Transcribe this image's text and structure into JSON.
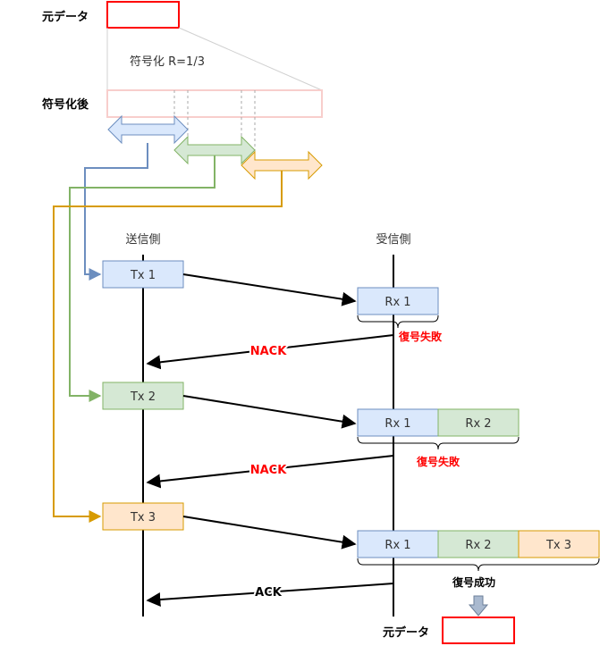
{
  "source_label": "元データ",
  "code_rate": "符号化 R=1/3",
  "encoded_label": "符号化後",
  "sender_label": "送信側",
  "receiver_label": "受信側",
  "tx": [
    "Tx 1",
    "Tx 2",
    "Tx 3"
  ],
  "rx_round1": [
    "Rx 1"
  ],
  "rx_round2": [
    "Rx 1",
    "Rx 2"
  ],
  "rx_round3": [
    "Rx 1",
    "Rx 2",
    "Tx 3"
  ],
  "decode_fail_1": "復号失敗",
  "decode_fail_2": "復号失敗",
  "decode_success": "復号成功",
  "nack_1": "NACK",
  "nack_2": "NACK",
  "ack": "ACK",
  "output_label": "元データ",
  "colors": {
    "blue_fill": "#dae8fc",
    "blue_stroke": "#6c8ebf",
    "green_fill": "#d5e8d4",
    "green_stroke": "#82b366",
    "orange_fill": "#ffe6cc",
    "orange_stroke": "#d79b00",
    "red": "#ff0000",
    "pink": "#f8cecc"
  }
}
